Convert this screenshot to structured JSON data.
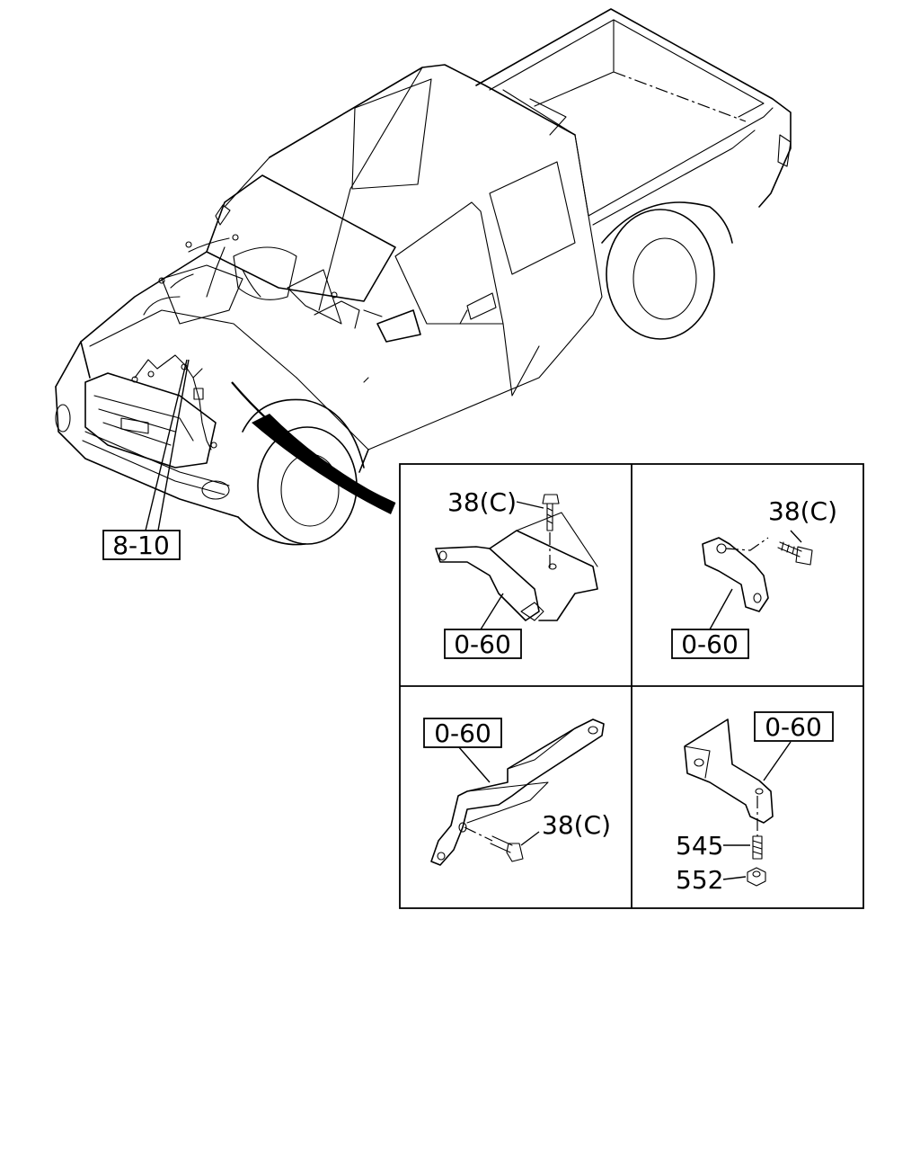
{
  "callouts": {
    "main_ref": "8-10",
    "panel1_bolt": "38(C)",
    "panel1_bracket": "0-60",
    "panel2_bolt": "38(C)",
    "panel2_bracket": "0-60",
    "panel3_bracket": "0-60",
    "panel3_bolt": "38(C)",
    "panel4_bracket": "0-60",
    "panel4_stud": "545",
    "panel4_nut": "552"
  }
}
